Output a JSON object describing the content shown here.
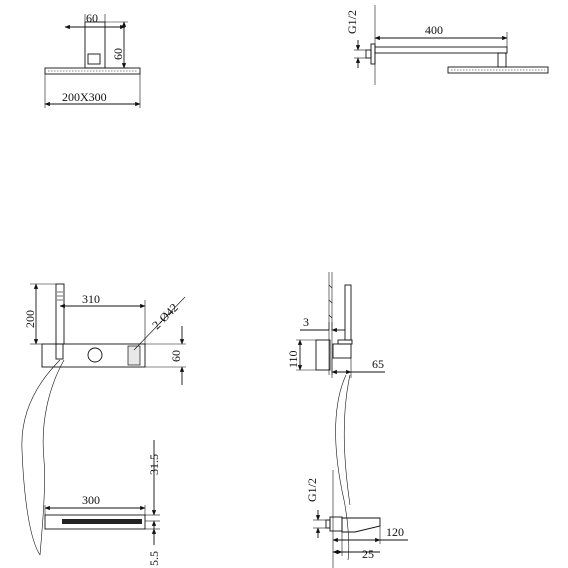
{
  "drawings": {
    "rain_head_top": {
      "dim_width": "60",
      "dim_height": "60",
      "dim_size": "200X300"
    },
    "rain_head_side": {
      "dim_thread": "G1/2",
      "dim_arm": "400"
    },
    "panel_front": {
      "dim_height": "200",
      "dim_width": "310",
      "dim_holes": "2-Ø42",
      "dim_panel_height": "60"
    },
    "panel_side": {
      "dim_depth": "3",
      "dim_height": "110",
      "dim_projection": "65"
    },
    "spout_front": {
      "dim_width": "300",
      "dim_top": "31.5",
      "dim_bottom": "5.5"
    },
    "spout_side": {
      "dim_thread": "G1/2",
      "dim_length": "120",
      "dim_depth": "25"
    }
  }
}
